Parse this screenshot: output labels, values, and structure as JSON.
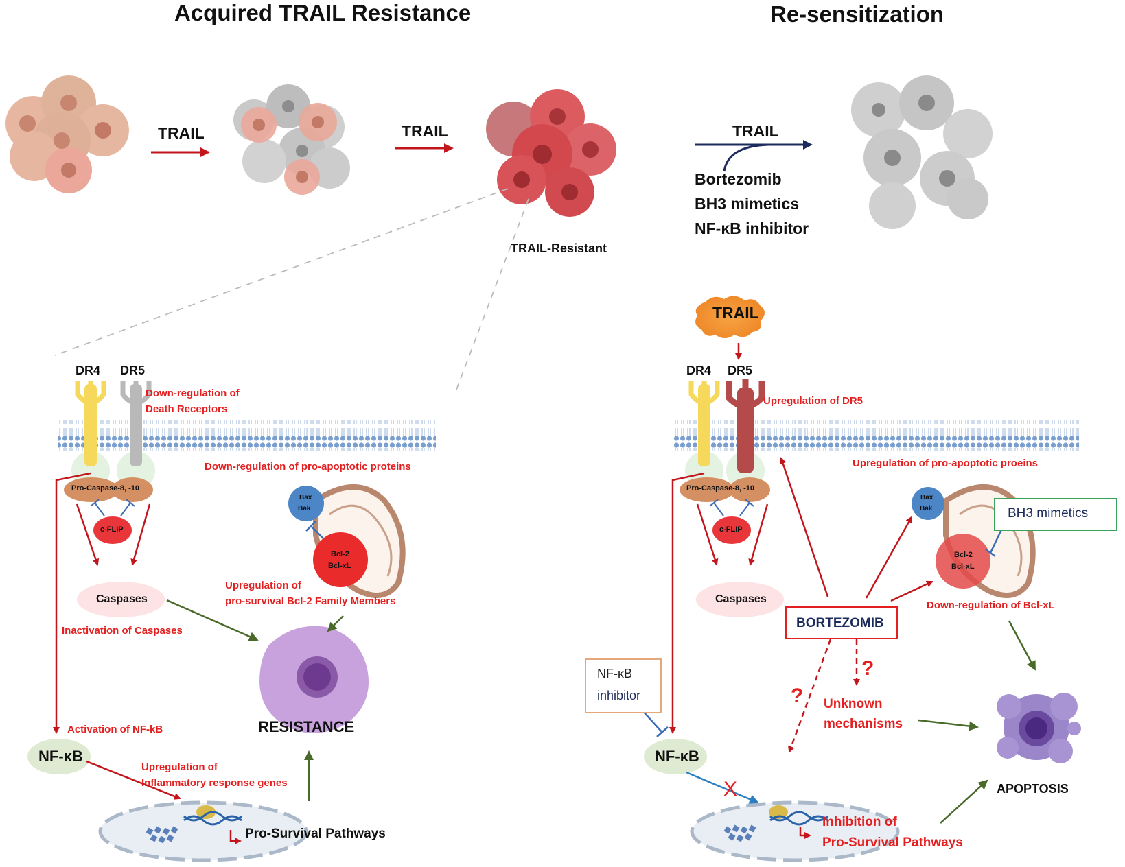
{
  "titles": {
    "left": "Acquired TRAIL Resistance",
    "right": "Re-sensitization"
  },
  "top_row": {
    "trail_1": "TRAIL",
    "trail_2": "TRAIL",
    "trail_3": "TRAIL",
    "resistant_label": "TRAIL-Resistant",
    "drugs": [
      "Bortezomib",
      "BH3 mimetics",
      "NF-κB inhibitor"
    ]
  },
  "left_panel": {
    "dr4": "DR4",
    "dr5": "DR5",
    "downreg_dr": [
      "Down-regulation of",
      "Death  Receptors"
    ],
    "downreg_pro_apoptotic": "Down-regulation of pro-apoptotic proteins",
    "pro_caspase": "Pro-Caspase-8, -10",
    "cflip": "c-FLIP",
    "bax": "Bax",
    "bak": "Bak",
    "bcl2": "Bcl-2",
    "bclxl": "Bcl-xL",
    "caspases": "Caspases",
    "inactivation": "Inactivation of Caspases",
    "upreg_bcl2": [
      "Upregulation of",
      "pro-survival Bcl-2 Family Members"
    ],
    "activation_nfkb": "Activation of NF-kB",
    "nfkb": "NF-κB",
    "resistance": "RESISTANCE",
    "upreg_inflam": [
      "Upregulation of",
      "Inflammatory response genes"
    ],
    "pro_survival": "Pro-Survival Pathways"
  },
  "right_panel": {
    "trail_ligand": "TRAIL",
    "dr4": "DR4",
    "dr5": "DR5",
    "upreg_dr5": "Upregulation of DR5",
    "upreg_pro_apoptotic": "Upregulation of pro-apoptotic proeins",
    "pro_caspase": "Pro-Caspase-8, -10",
    "cflip": "c-FLIP",
    "bax": "Bax",
    "bak": "Bak",
    "bcl2": "Bcl-2",
    "bclxl": "Bcl-xL",
    "bh3_box": "BH3 mimetics",
    "caspases": "Caspases",
    "bortezomib": "BORTEZOMIB",
    "downreg_bclxl": "Down-regulation of  Bcl-xL",
    "nfkb_inhibitor": [
      "NF-κB",
      "inhibitor"
    ],
    "question": "?",
    "unknown": [
      "Unknown",
      "mechanisms"
    ],
    "nfkb": "NF-κB",
    "apoptosis": "APOPTOSIS",
    "inhibition": [
      "Inhibition of",
      "Pro-Survival Pathways"
    ],
    "x_mark": "X"
  },
  "colors": {
    "red_text": "#e41f1f",
    "arrow_red": "#c2161c",
    "arrow_green": "#4a6a2a",
    "navy": "#1d2b5c",
    "inhibit_blue": "#3c6bb5",
    "membrane_blue": "#7a9fcf",
    "dr4_yellow": "#f6d85a",
    "dr5_grey": "#b9b9b9",
    "dr5_red": "#b54a4a",
    "nfkb_green": "#dfead2",
    "caspase_brown": "#d48f63",
    "bcl2_red": "#ea2b2b",
    "bax_blue": "#4d86c6",
    "cflip_red": "#e8363a",
    "trail_orange": "#f39431",
    "bh3_box_border": "#3aa35a",
    "nfkb_inhib_border": "#e6a77a",
    "apoptosis_purple": "#9a86c8",
    "resistance_purple": "#c8a2dc"
  }
}
